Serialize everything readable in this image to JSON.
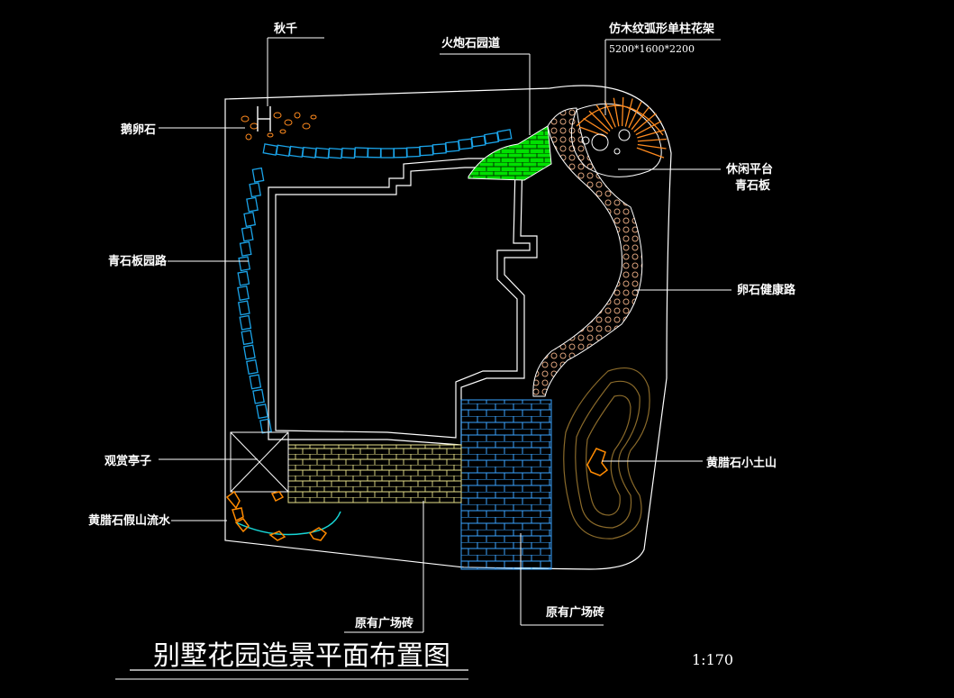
{
  "title": "别墅花园造景平面布置图",
  "scale": "1:170",
  "labels": {
    "swing": "秋千",
    "pebbles": "鹅卵石",
    "flagstone_path": "青石板园路",
    "pavilion": "观赏亭子",
    "rockery_stream": "黄腊石假山流水",
    "fire_stone_path": "火炮石园道",
    "pergola": "仿木纹弧形单柱花架",
    "pergola_size": "5200*1600*2200",
    "leisure_platform": "休闲平台",
    "leisure_platform_material": "青石板",
    "pebble_path": "卵石健康路",
    "rock_hill": "黄腊石小土山",
    "plaza_tile_1": "原有广场砖",
    "plaza_tile_2": "原有广场砖"
  },
  "colors": {
    "background": "#000000",
    "lines": "#ffffff",
    "flagstone": "#1aa3e8",
    "pebble_path": "#d9a07a",
    "fire_stone": "#00e000",
    "pergola": "#ff8a1e",
    "plaza_tile": "#3aa3ff",
    "yellow_paving": "#e6e08a",
    "rock_outline": "#8a6a2a",
    "rock": "#ff8a00",
    "stream": "#17d6d6"
  }
}
